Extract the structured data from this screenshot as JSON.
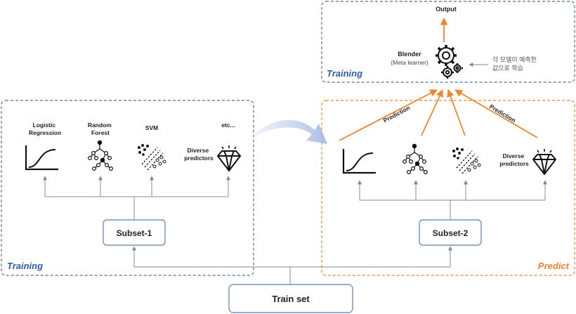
{
  "left_panel": {
    "section_label": "Training",
    "models": [
      {
        "label_lines": [
          "Logistic",
          "Regression"
        ],
        "icon": "sigmoid-curve-icon"
      },
      {
        "label_lines": [
          "Random",
          "Forest"
        ],
        "icon": "tree-network-icon"
      },
      {
        "label_lines": [
          "SVM"
        ],
        "icon": "svm-separator-icon"
      },
      {
        "label_lines": [
          "etc..."
        ],
        "icon": "diamond-icon"
      }
    ],
    "diverse_lines": [
      "Diverse",
      "predictors"
    ],
    "subset_label": "Subset-1"
  },
  "right_panel": {
    "section_label": "Predict",
    "diverse_lines": [
      "Diverse",
      "predictors"
    ],
    "subset_label": "Subset-2",
    "prediction_labels": [
      "Prediction",
      "Prediction"
    ]
  },
  "top_panel": {
    "section_label": "Training",
    "output_label": "Output",
    "blender_label": "Blender",
    "blender_sub": "(Meta learner)",
    "note_lines": [
      "각 모델이 예측한",
      "값으로 학습"
    ]
  },
  "train_set_label": "Train set",
  "colors": {
    "blue_border": "#4a6fa5",
    "blue_text": "#2e5ea8",
    "orange": "#f0852d",
    "gray_line": "#888888",
    "box_border": "#5b7fb0"
  }
}
